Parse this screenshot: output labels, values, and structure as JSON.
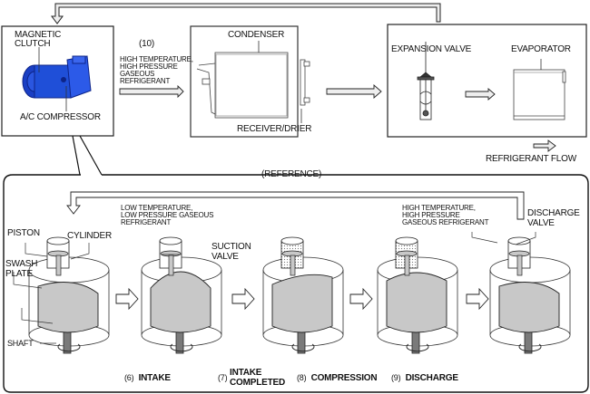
{
  "top": {
    "compressor_box": {
      "labels": {
        "magnetic_clutch": "MAGNETIC\nCLUTCH",
        "ac_compressor": "A/C COMPRESSOR"
      }
    },
    "step_number": "(10)",
    "refrigerant_out": [
      "HIGH TEMPERATURE,",
      "HIGH PRESSURE",
      "GASEOUS",
      "REFRIGERANT"
    ],
    "condenser_box": {
      "condenser": "CONDENSER",
      "receiver_drier": "RECEIVER/DRIER"
    },
    "evap_box": {
      "expansion_valve": "EXPANSION VALVE",
      "evaporator": "EVAPORATOR"
    },
    "legend": {
      "refrigerant_flow": "REFRIGERANT FLOW"
    }
  },
  "reference": {
    "title": "(REFERENCE)",
    "labels": {
      "piston": "PISTON",
      "cylinder": "CYLINDER",
      "swash_plate": [
        "SWASH",
        "PLATE"
      ],
      "shaft": "SHAFT",
      "suction_valve": [
        "SUCTION",
        "VALVE"
      ],
      "discharge_valve": [
        "DISCHARGE",
        "VALVE"
      ],
      "low_temp": [
        "LOW TEMPERATURE,",
        "LOW PRESSURE GASEOUS",
        "REFRIGERANT"
      ],
      "high_temp": [
        "HIGH TEMPERATURE,",
        "HIGH PRESSURE",
        "GASEOUS REFRIGERANT"
      ]
    },
    "stages": [
      {
        "num": "(6)",
        "name": "INTAKE"
      },
      {
        "num": "(7)",
        "name": "INTAKE\nCOMPLETED"
      },
      {
        "num": "(8)",
        "name": "COMPRESSION"
      },
      {
        "num": "(9)",
        "name": "DISCHARGE"
      }
    ]
  },
  "colors": {
    "compressor_blue": "#1f4fd8",
    "part_gray": "#c8c8c8",
    "shaft_gray": "#7a7a7a",
    "arrow_fill": "#eeeeee"
  }
}
